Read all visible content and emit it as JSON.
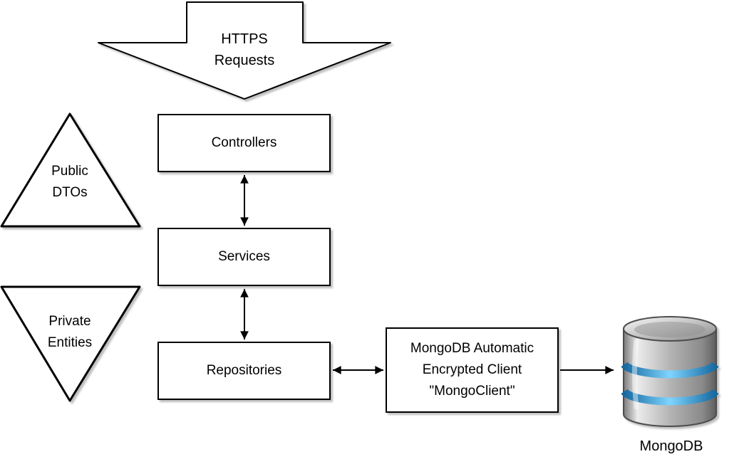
{
  "diagram": {
    "https_arrow": {
      "label": "HTTPS\nRequests"
    },
    "nodes": {
      "controllers": {
        "label": "Controllers"
      },
      "services": {
        "label": "Services"
      },
      "repositories": {
        "label": "Repositories"
      },
      "mongo_client": {
        "label": "MongoDB Automatic\nEncrypted Client\n\"MongoClient\""
      },
      "public_dtos": {
        "label": "Public\nDTOs"
      },
      "private_entities": {
        "label": "Private\nEntities"
      },
      "mongodb": {
        "label": "MongoDB"
      }
    },
    "colors": {
      "shape_fill": "#ffffff",
      "shape_stroke": "#000000",
      "connector": "#000000",
      "mongodb_blue": "#3fa9f5",
      "cylinder_gray": "#a8a8a8"
    }
  }
}
